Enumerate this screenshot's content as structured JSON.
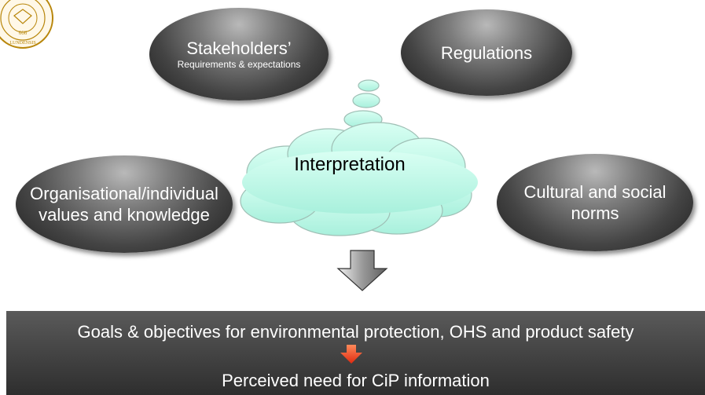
{
  "logo": {
    "text_top": "666",
    "text_bottom": "LUNDENSIS",
    "icon": "university-seal"
  },
  "ovals": {
    "stakeholders": {
      "title": "Stakeholders’",
      "subtitle": "Requirements & expectations"
    },
    "regulations": {
      "title": "Regulations"
    },
    "organisational": {
      "line1": "Organisational/individual",
      "line2": "values and knowledge"
    },
    "cultural": {
      "line1": "Cultural and social",
      "line2": "norms"
    }
  },
  "cloud": {
    "label": "Interpretation"
  },
  "bottom": {
    "goals": "Goals & objectives for environmental protection, OHS and product safety",
    "perceived": "Perceived need for CiP information"
  }
}
